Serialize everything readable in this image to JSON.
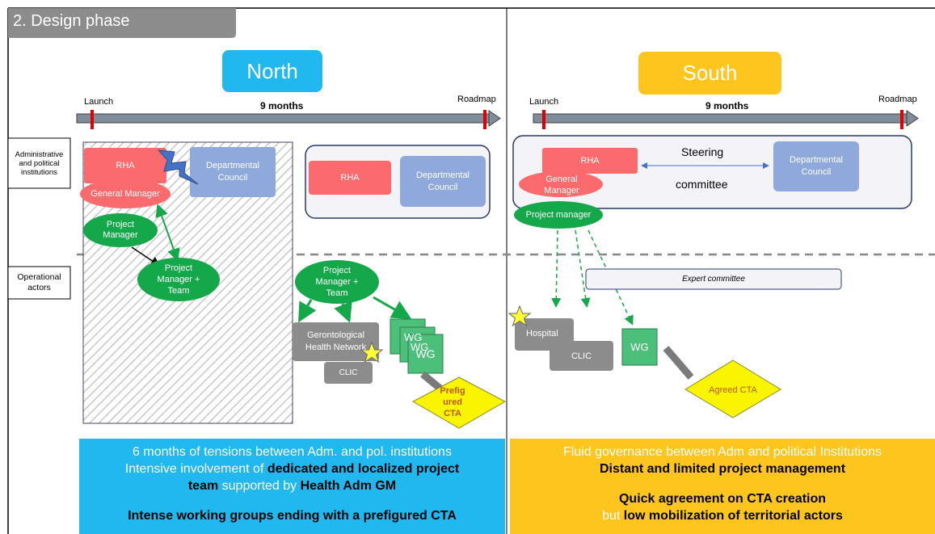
{
  "title": "2. Design phase",
  "north": {
    "region_label": "North",
    "launch_label": "Launch",
    "duration_label": "9 months",
    "roadmap_label": "Roadmap",
    "rha_left": "RHA",
    "departmental_council_left": "Departmental Council",
    "general_manager": "General Manager",
    "project_manager": "Project Manager",
    "project_manager_team_1": "Project Manager + Team",
    "rha_right": "RHA",
    "departmental_council_right": "Departmental Council",
    "project_manager_team_2": "Project Manager + Team",
    "gerontological_network": "Gerontological Health Network",
    "clic": "CLIC",
    "wg_back": "WG",
    "wg_mid": "WG",
    "wg_front": "WG",
    "prefigured_cta": "Prefig ured CTA",
    "summary_line1": "6 months of tensions between Adm. and pol. institutions",
    "summary_line2_a": "Intensive involvement of ",
    "summary_line2_b": "dedicated and localized project",
    "summary_line3_a": "team",
    "summary_line3_b": " supported by ",
    "summary_line3_c": "Health Adm GM",
    "summary_line4": "Intense working groups ending with a prefigured CTA"
  },
  "south": {
    "region_label": "South",
    "launch_label": "Launch",
    "duration_label": "9 months",
    "roadmap_label": "Roadmap",
    "rha": "RHA",
    "steering": "Steering",
    "committee": "committee",
    "departmental_council": "Departmental Council",
    "general_manager": "General Manager",
    "project_manager": "Project manager",
    "expert_committee": "Expert committee",
    "hospital": "Hospital",
    "clic": "CLIC",
    "wg": "WG",
    "agreed_cta": "Agreed CTA",
    "summary_line1": "Fluid governance between Adm and political Institutions",
    "summary_line2": "Distant and limited project management",
    "summary_line3": "Quick agreement on CTA creation",
    "summary_line4_a": "but ",
    "summary_line4_b": "low mobilization of territorial actors"
  },
  "rows": {
    "admin_label": "Administrative and political institutions",
    "operational_label": "Operational actors"
  },
  "colors": {
    "north_blue": "#20b8ee",
    "south_yellow": "#fdc51d",
    "rha_red": "#fb6a6c",
    "council_blue": "#8fa9dc",
    "green": "#14a84a",
    "grey_box": "#8c8c8c",
    "wg_green": "#4cc07a",
    "cta_yellow": "#f9f400"
  }
}
